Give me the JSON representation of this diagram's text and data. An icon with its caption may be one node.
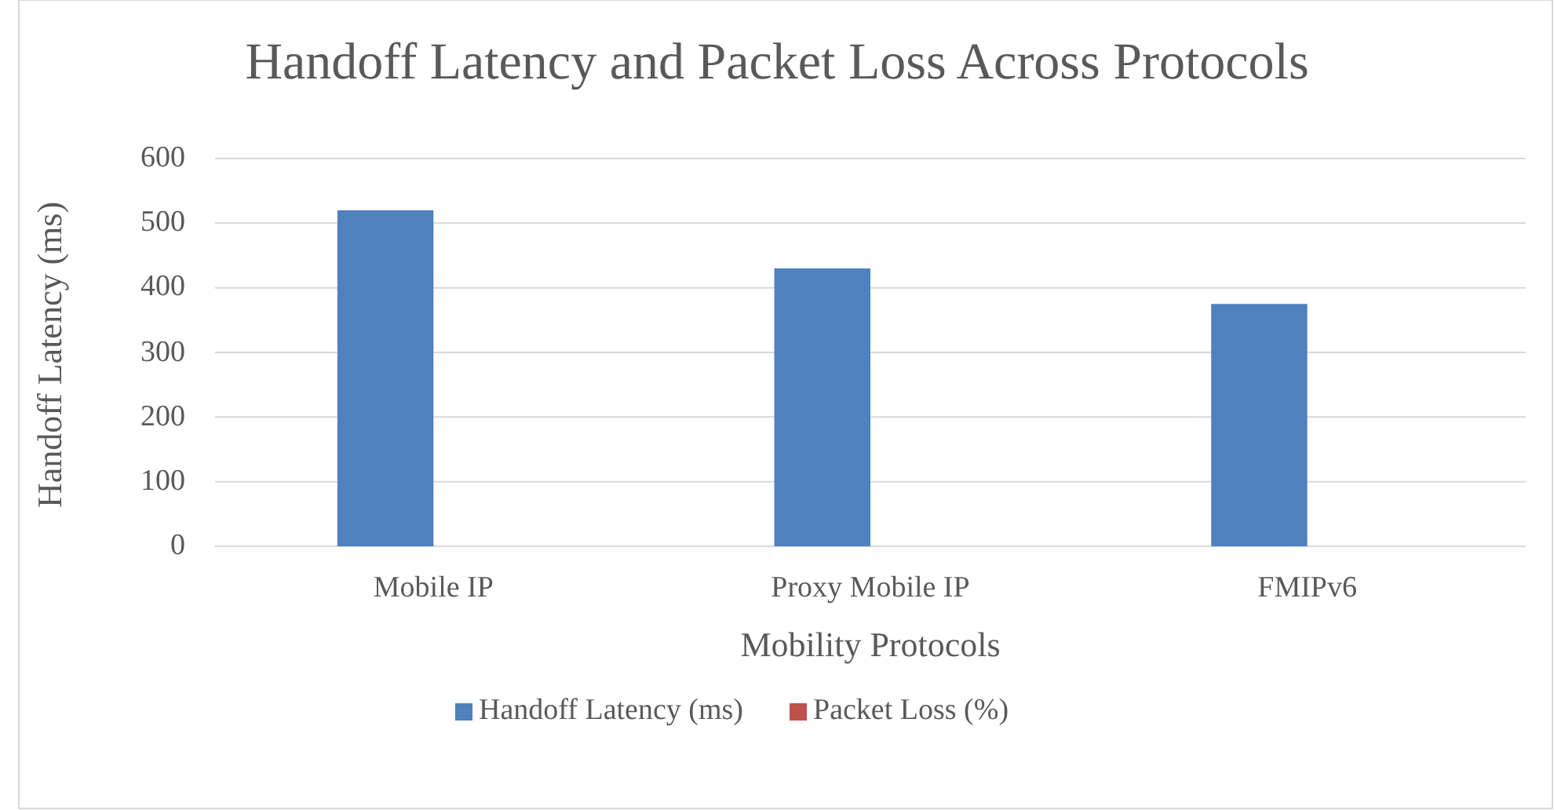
{
  "diagram": {
    "chart_data": {
      "type": "bar",
      "title": "Handoff Latency and Packet Loss Across Protocols",
      "xlabel": "Mobility Protocols",
      "ylabel": "Handoff Latency (ms)",
      "categories": [
        "Mobile IP",
        "Proxy Mobile IP",
        "FMIPv6"
      ],
      "series": [
        {
          "name": "Handoff Latency (ms)",
          "color": "#4f81bd",
          "values": [
            520,
            430,
            375
          ]
        },
        {
          "name": "Packet Loss (%)",
          "color": "#c0504d",
          "values": [
            null,
            null,
            null
          ]
        }
      ],
      "grid": true,
      "ylim": [
        0,
        600
      ],
      "yticks": [
        0,
        100,
        200,
        300,
        400,
        500,
        600
      ]
    }
  }
}
